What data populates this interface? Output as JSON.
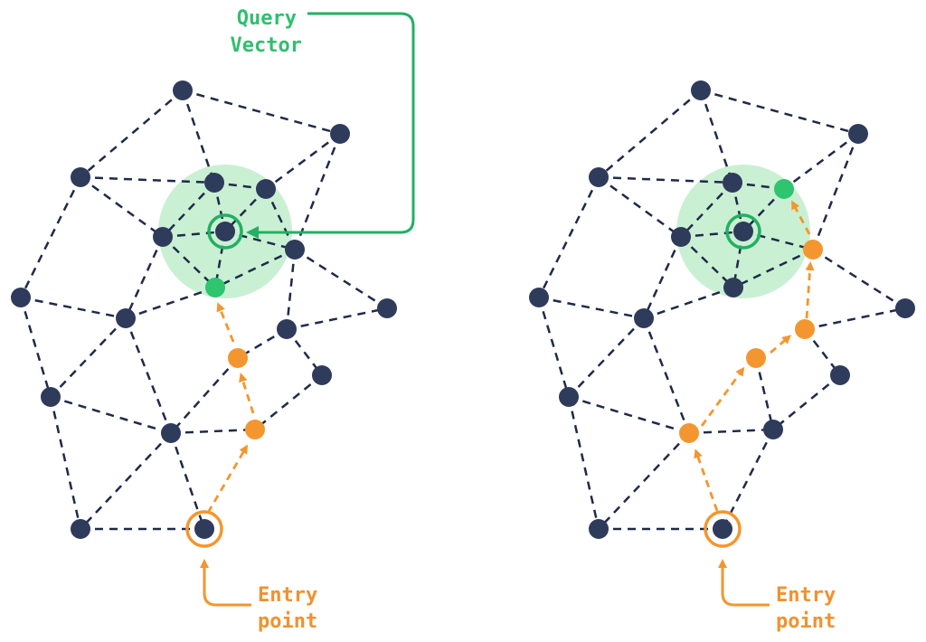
{
  "labels": {
    "query_line1": "Query",
    "query_line2": "Vector",
    "entry_line1_left": "Entry",
    "entry_line2_left": "point",
    "entry_line1_right": "Entry",
    "entry_line2_right": "point"
  },
  "colors": {
    "node": "#2e3b5b",
    "edge": "#1f2a4a",
    "path": "#f3962f",
    "target": "#2fc46e",
    "target_ring": "#22b062",
    "region": "#c9f0d3",
    "query_label": "#2fbf6e",
    "entry_label": "#f0922d"
  },
  "panels": [
    "search-step-one",
    "search-step-two"
  ]
}
